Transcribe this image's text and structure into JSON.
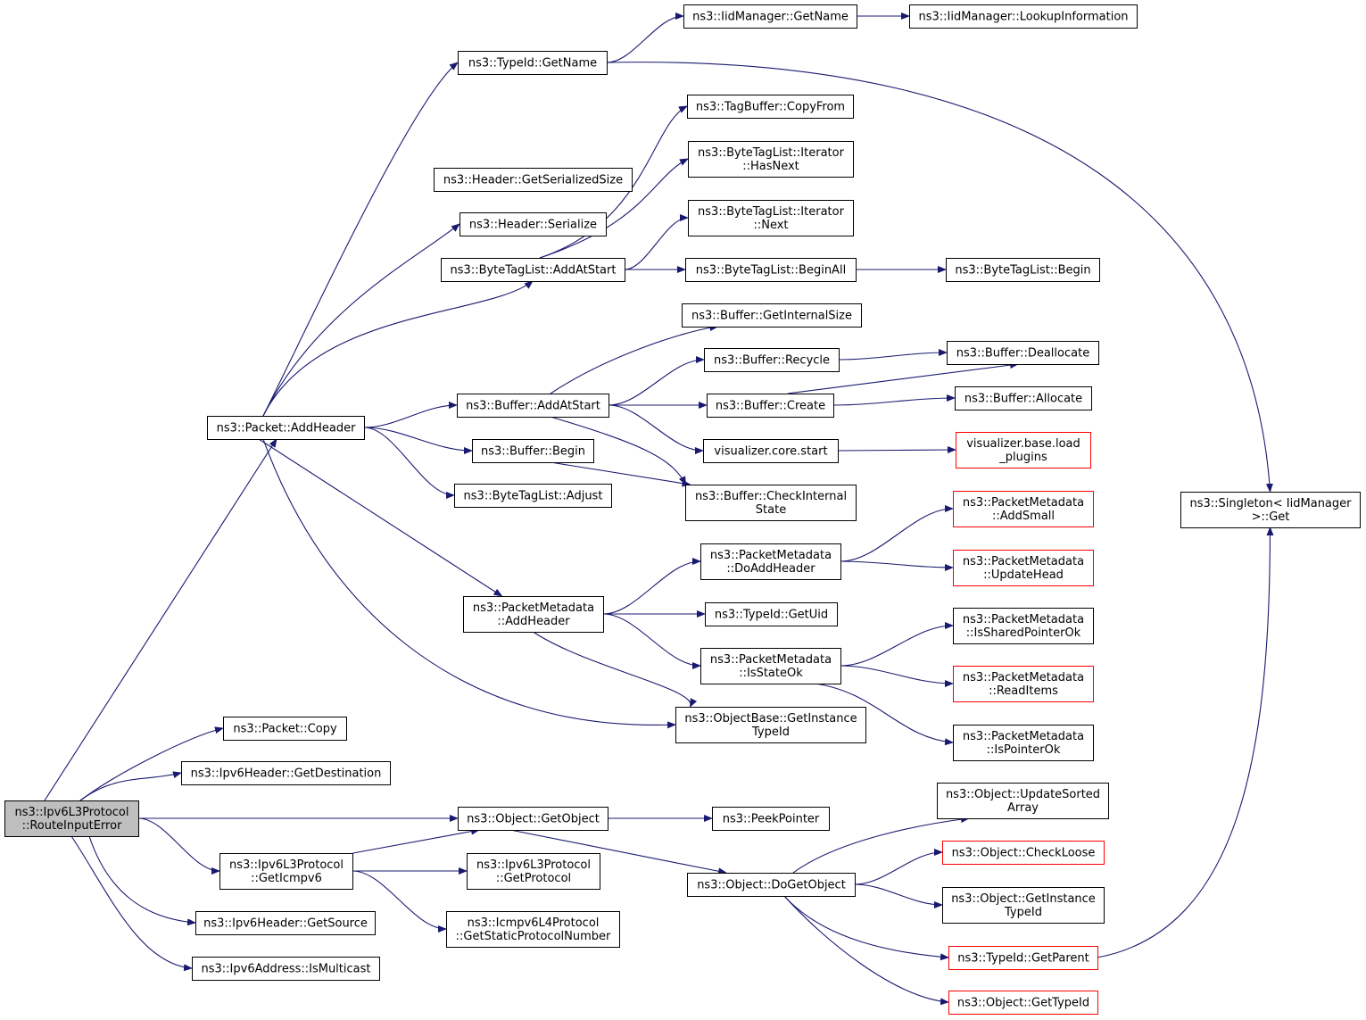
{
  "graph": {
    "colors": {
      "edge": "#191970",
      "root_fill": "#bfbfbf",
      "truncated_border": "#ff0000",
      "node_border": "#000000"
    },
    "nodes": [
      {
        "id": "root",
        "lines": [
          "ns3::Ipv6L3Protocol",
          "::RouteInputError"
        ],
        "root": true
      },
      {
        "id": "packet_addheader",
        "lines": [
          "ns3::Packet::AddHeader"
        ]
      },
      {
        "id": "packet_copy",
        "lines": [
          "ns3::Packet::Copy"
        ]
      },
      {
        "id": "ipv6header_getdestination",
        "lines": [
          "ns3::Ipv6Header::GetDestination"
        ]
      },
      {
        "id": "ipv6l3_geticmpv6",
        "lines": [
          "ns3::Ipv6L3Protocol",
          "::GetIcmpv6"
        ]
      },
      {
        "id": "ipv6header_getsource",
        "lines": [
          "ns3::Ipv6Header::GetSource"
        ]
      },
      {
        "id": "ipv6address_ismulticast",
        "lines": [
          "ns3::Ipv6Address::IsMulticast"
        ]
      },
      {
        "id": "typeid_getname",
        "lines": [
          "ns3::TypeId::GetName"
        ]
      },
      {
        "id": "header_getserializedsize",
        "lines": [
          "ns3::Header::GetSerializedSize"
        ]
      },
      {
        "id": "header_serialize",
        "lines": [
          "ns3::Header::Serialize"
        ]
      },
      {
        "id": "bytetaglist_addatstart",
        "lines": [
          "ns3::ByteTagList::AddAtStart"
        ]
      },
      {
        "id": "buffer_addatstart",
        "lines": [
          "ns3::Buffer::AddAtStart"
        ]
      },
      {
        "id": "buffer_begin",
        "lines": [
          "ns3::Buffer::Begin"
        ]
      },
      {
        "id": "bytetaglist_adjust",
        "lines": [
          "ns3::ByteTagList::Adjust"
        ]
      },
      {
        "id": "packetmetadata_addheader",
        "lines": [
          "ns3::PacketMetadata",
          "::AddHeader"
        ]
      },
      {
        "id": "object_getobject",
        "lines": [
          "ns3::Object::GetObject"
        ]
      },
      {
        "id": "ipv6l3_getprotocol",
        "lines": [
          "ns3::Ipv6L3Protocol",
          "::GetProtocol"
        ]
      },
      {
        "id": "icmpv6l4_getstaticprotocolnumber",
        "lines": [
          "ns3::Icmpv6L4Protocol",
          "::GetStaticProtocolNumber"
        ]
      },
      {
        "id": "iidmanager_getname",
        "lines": [
          "ns3::IidManager::GetName"
        ]
      },
      {
        "id": "iidmanager_lookupinformation",
        "lines": [
          "ns3::IidManager::LookupInformation"
        ]
      },
      {
        "id": "tagbuffer_copyfrom",
        "lines": [
          "ns3::TagBuffer::CopyFrom"
        ]
      },
      {
        "id": "bytetaglist_iterator_hasnext",
        "lines": [
          "ns3::ByteTagList::Iterator",
          "::HasNext"
        ]
      },
      {
        "id": "bytetaglist_iterator_next",
        "lines": [
          "ns3::ByteTagList::Iterator",
          "::Next"
        ]
      },
      {
        "id": "bytetaglist_beginall",
        "lines": [
          "ns3::ByteTagList::BeginAll"
        ]
      },
      {
        "id": "bytetaglist_begin",
        "lines": [
          "ns3::ByteTagList::Begin"
        ]
      },
      {
        "id": "buffer_getinternalsize",
        "lines": [
          "ns3::Buffer::GetInternalSize"
        ]
      },
      {
        "id": "buffer_recycle",
        "lines": [
          "ns3::Buffer::Recycle"
        ]
      },
      {
        "id": "buffer_create",
        "lines": [
          "ns3::Buffer::Create"
        ]
      },
      {
        "id": "buffer_deallocate",
        "lines": [
          "ns3::Buffer::Deallocate"
        ]
      },
      {
        "id": "buffer_allocate",
        "lines": [
          "ns3::Buffer::Allocate"
        ]
      },
      {
        "id": "visualizer_core_start",
        "lines": [
          "visualizer.core.start"
        ]
      },
      {
        "id": "visualizer_base_load_plugins",
        "lines": [
          "visualizer.base.load",
          "_plugins"
        ],
        "truncated": true
      },
      {
        "id": "buffer_checkinternalstate",
        "lines": [
          "ns3::Buffer::CheckInternal",
          "State"
        ]
      },
      {
        "id": "singleton_get",
        "lines": [
          "ns3::Singleton< IidManager",
          " >::Get"
        ]
      },
      {
        "id": "packetmetadata_doaddheader",
        "lines": [
          "ns3::PacketMetadata",
          "::DoAddHeader"
        ]
      },
      {
        "id": "packetmetadata_addsmall",
        "lines": [
          "ns3::PacketMetadata",
          "::AddSmall"
        ],
        "truncated": true
      },
      {
        "id": "packetmetadata_updatehead",
        "lines": [
          "ns3::PacketMetadata",
          "::UpdateHead"
        ],
        "truncated": true
      },
      {
        "id": "typeid_getuid",
        "lines": [
          "ns3::TypeId::GetUid"
        ]
      },
      {
        "id": "packetmetadata_isstateok",
        "lines": [
          "ns3::PacketMetadata",
          "::IsStateOk"
        ]
      },
      {
        "id": "packetmetadata_issharedpointerok",
        "lines": [
          "ns3::PacketMetadata",
          "::IsSharedPointerOk"
        ]
      },
      {
        "id": "packetmetadata_readitems",
        "lines": [
          "ns3::PacketMetadata",
          "::ReadItems"
        ],
        "truncated": true
      },
      {
        "id": "packetmetadata_ispointerok",
        "lines": [
          "ns3::PacketMetadata",
          "::IsPointerOk"
        ]
      },
      {
        "id": "objectbase_getinstancetypeid",
        "lines": [
          "ns3::ObjectBase::GetInstance",
          "TypeId"
        ]
      },
      {
        "id": "peekpointer",
        "lines": [
          "ns3::PeekPointer"
        ]
      },
      {
        "id": "object_dogetobject",
        "lines": [
          "ns3::Object::DoGetObject"
        ]
      },
      {
        "id": "object_updatesortedarray",
        "lines": [
          "ns3::Object::UpdateSorted",
          "Array"
        ]
      },
      {
        "id": "object_checkloose",
        "lines": [
          "ns3::Object::CheckLoose"
        ],
        "truncated": true
      },
      {
        "id": "object_getinstancetypeid",
        "lines": [
          "ns3::Object::GetInstance",
          "TypeId"
        ]
      },
      {
        "id": "typeid_getparent",
        "lines": [
          "ns3::TypeId::GetParent"
        ],
        "truncated": true
      },
      {
        "id": "object_gettypeid",
        "lines": [
          "ns3::Object::GetTypeId"
        ],
        "truncated": true
      }
    ],
    "edges": [
      [
        "root",
        "packet_addheader"
      ],
      [
        "root",
        "packet_copy"
      ],
      [
        "root",
        "ipv6header_getdestination"
      ],
      [
        "root",
        "object_getobject"
      ],
      [
        "root",
        "ipv6l3_geticmpv6"
      ],
      [
        "root",
        "ipv6header_getsource"
      ],
      [
        "root",
        "ipv6address_ismulticast"
      ],
      [
        "packet_addheader",
        "typeid_getname"
      ],
      [
        "packet_addheader",
        "header_serialize"
      ],
      [
        "packet_addheader",
        "bytetaglist_addatstart"
      ],
      [
        "packet_addheader",
        "buffer_addatstart"
      ],
      [
        "packet_addheader",
        "buffer_begin"
      ],
      [
        "packet_addheader",
        "bytetaglist_adjust"
      ],
      [
        "packet_addheader",
        "packetmetadata_addheader"
      ],
      [
        "packet_addheader",
        "objectbase_getinstancetypeid"
      ],
      [
        "typeid_getname",
        "iidmanager_getname"
      ],
      [
        "typeid_getname",
        "singleton_get"
      ],
      [
        "iidmanager_getname",
        "iidmanager_lookupinformation"
      ],
      [
        "bytetaglist_addatstart",
        "tagbuffer_copyfrom"
      ],
      [
        "bytetaglist_addatstart",
        "bytetaglist_iterator_hasnext"
      ],
      [
        "bytetaglist_addatstart",
        "bytetaglist_iterator_next"
      ],
      [
        "bytetaglist_addatstart",
        "bytetaglist_beginall"
      ],
      [
        "bytetaglist_beginall",
        "bytetaglist_begin"
      ],
      [
        "buffer_addatstart",
        "buffer_getinternalsize"
      ],
      [
        "buffer_addatstart",
        "buffer_recycle"
      ],
      [
        "buffer_addatstart",
        "buffer_create"
      ],
      [
        "buffer_addatstart",
        "visualizer_core_start"
      ],
      [
        "buffer_addatstart",
        "buffer_checkinternalstate"
      ],
      [
        "buffer_recycle",
        "buffer_deallocate"
      ],
      [
        "buffer_create",
        "buffer_deallocate"
      ],
      [
        "buffer_create",
        "buffer_allocate"
      ],
      [
        "visualizer_core_start",
        "visualizer_base_load_plugins"
      ],
      [
        "buffer_begin",
        "buffer_checkinternalstate"
      ],
      [
        "packetmetadata_addheader",
        "packetmetadata_doaddheader"
      ],
      [
        "packetmetadata_addheader",
        "typeid_getuid"
      ],
      [
        "packetmetadata_addheader",
        "packetmetadata_isstateok"
      ],
      [
        "packetmetadata_addheader",
        "objectbase_getinstancetypeid"
      ],
      [
        "packetmetadata_doaddheader",
        "packetmetadata_addsmall"
      ],
      [
        "packetmetadata_doaddheader",
        "packetmetadata_updatehead"
      ],
      [
        "packetmetadata_isstateok",
        "packetmetadata_issharedpointerok"
      ],
      [
        "packetmetadata_isstateok",
        "packetmetadata_readitems"
      ],
      [
        "packetmetadata_isstateok",
        "packetmetadata_ispointerok"
      ],
      [
        "ipv6l3_geticmpv6",
        "object_getobject"
      ],
      [
        "ipv6l3_geticmpv6",
        "ipv6l3_getprotocol"
      ],
      [
        "ipv6l3_geticmpv6",
        "icmpv6l4_getstaticprotocolnumber"
      ],
      [
        "object_getobject",
        "peekpointer"
      ],
      [
        "object_getobject",
        "object_dogetobject"
      ],
      [
        "object_dogetobject",
        "object_updatesortedarray"
      ],
      [
        "object_dogetobject",
        "object_checkloose"
      ],
      [
        "object_dogetobject",
        "object_getinstancetypeid"
      ],
      [
        "object_dogetobject",
        "typeid_getparent"
      ],
      [
        "object_dogetobject",
        "object_gettypeid"
      ],
      [
        "typeid_getparent",
        "singleton_get"
      ]
    ]
  }
}
